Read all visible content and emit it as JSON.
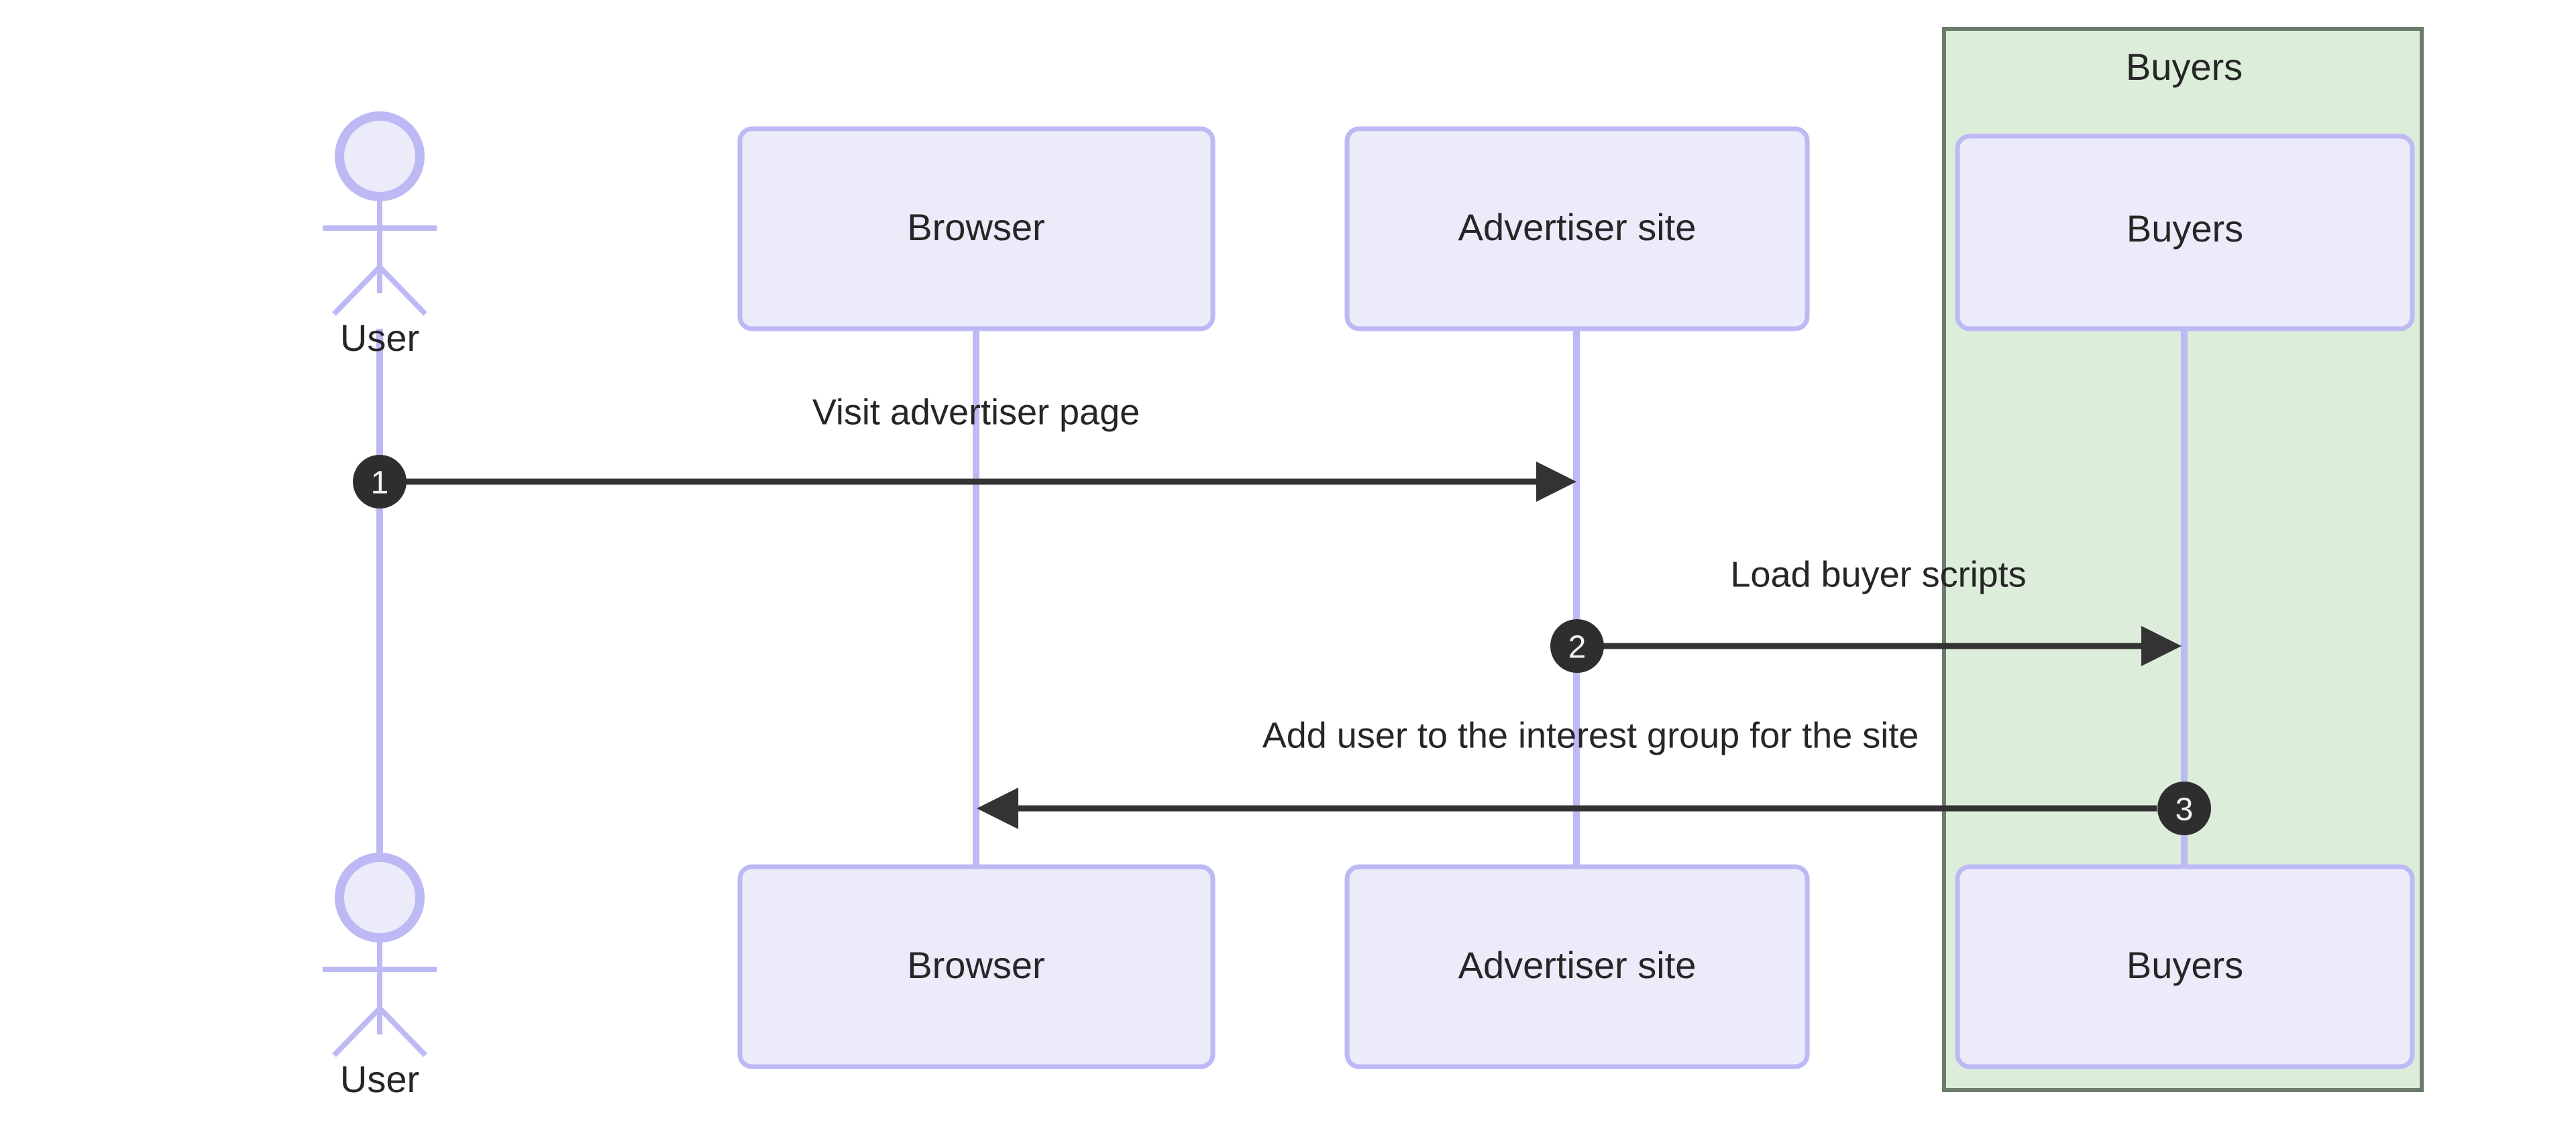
{
  "diagram": {
    "type": "uml-sequence-diagram",
    "background_color": "#ffffff",
    "participant_fill": "#ecebfa",
    "participant_border": "#bcb9f5",
    "lifeline_color": "#bcb9f5",
    "message_color": "#333333",
    "text_color": "#262626",
    "group_fill": "#dcedda",
    "group_border": "#6c7c6c",
    "badge_fill": "#2e2e2e",
    "badge_text_color": "#f2f2f2"
  },
  "group": {
    "title": "Buyers"
  },
  "participants": [
    {
      "id": "user",
      "label": "User",
      "kind": "actor",
      "label_bottom": "User"
    },
    {
      "id": "browser",
      "label": "Browser",
      "kind": "box",
      "label_bottom": "Browser"
    },
    {
      "id": "advertiser",
      "label": "Advertiser site",
      "kind": "box",
      "label_bottom": "Advertiser site"
    },
    {
      "id": "buyers",
      "label": "Buyers",
      "kind": "box",
      "label_bottom": "Buyers"
    }
  ],
  "messages": [
    {
      "number": "1",
      "label": "Visit advertiser page",
      "from": "user",
      "to": "advertiser",
      "direction": "right"
    },
    {
      "number": "2",
      "label": "Load buyer scripts",
      "from": "advertiser",
      "to": "buyers",
      "direction": "right"
    },
    {
      "number": "3",
      "label": "Add user to the interest group for the site",
      "from": "buyers",
      "to": "browser",
      "direction": "left"
    }
  ]
}
